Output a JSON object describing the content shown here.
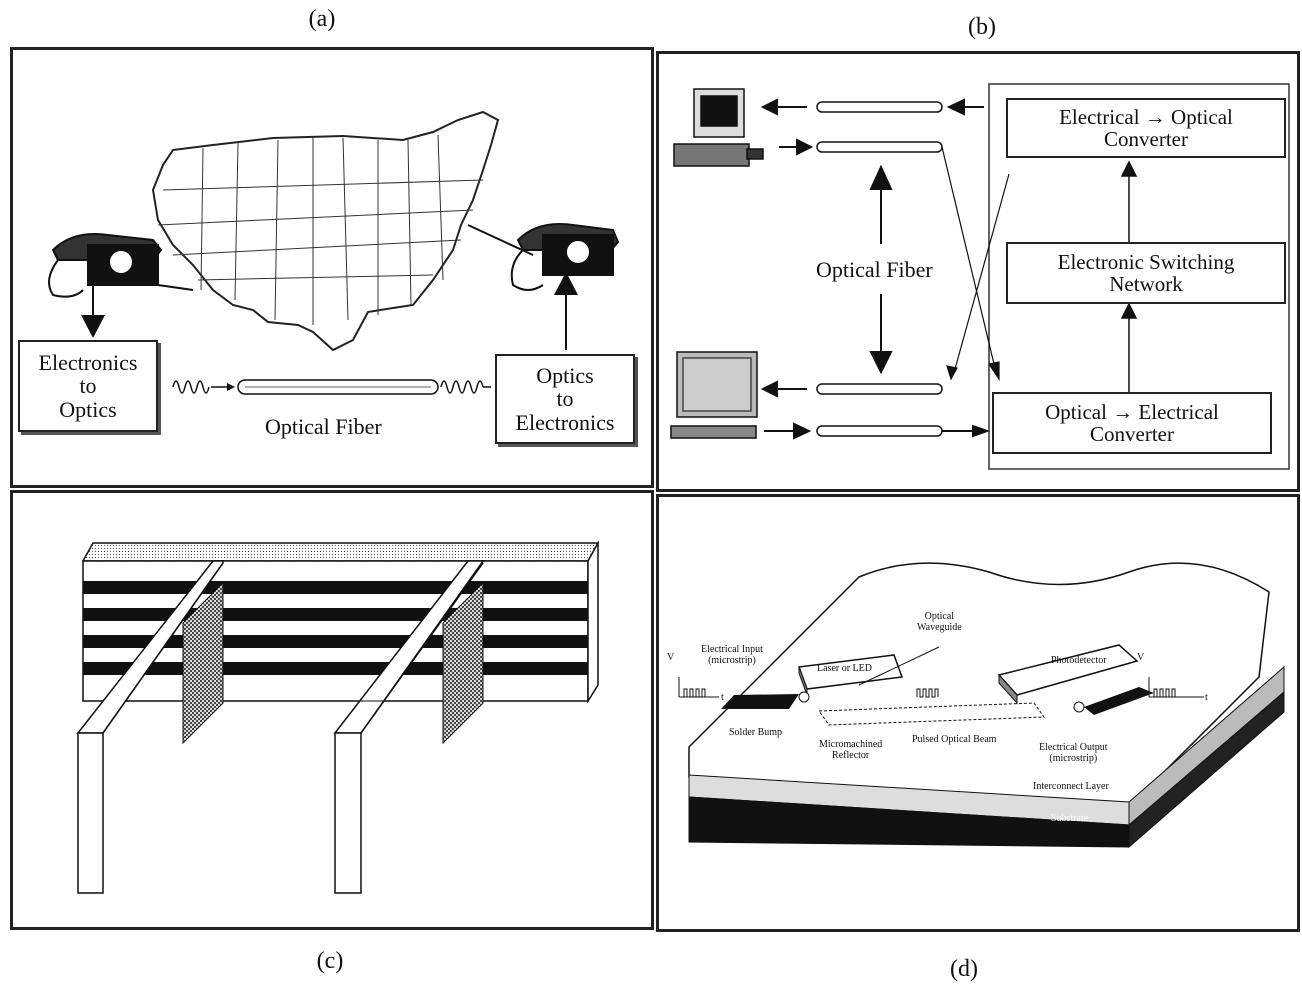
{
  "labels": {
    "a": "(a)",
    "b": "(b)",
    "c": "(c)",
    "d": "(d)"
  },
  "panel_a": {
    "box_left": [
      "Electronics",
      "to",
      "Optics"
    ],
    "box_right": [
      "Optics",
      "to",
      "Electronics"
    ],
    "fiber_label": "Optical Fiber"
  },
  "panel_b": {
    "box_top": [
      "Electrical → Optical",
      "Converter"
    ],
    "box_mid": [
      "Electronic Switching",
      "Network"
    ],
    "box_bot": [
      "Optical → Electrical",
      "Converter"
    ],
    "fiber_label": "Optical Fiber"
  },
  "panel_d": {
    "optical_waveguide": [
      "Optical",
      "Waveguide"
    ],
    "electrical_input": [
      "Electrical Input",
      "(microstrip)"
    ],
    "laser": "Laser or LED",
    "photodetector": "Photodetector",
    "solder_bump": "Solder Bump",
    "reflector": [
      "Micromachined",
      "Reflector"
    ],
    "pulsed_beam": "Pulsed Optical Beam",
    "electrical_output": [
      "Electrical Output",
      "(microstrip)"
    ],
    "interconnect": "Interconnect Layer",
    "substrate": "Substrate",
    "v_symbol": "V",
    "t_symbol": "t"
  }
}
